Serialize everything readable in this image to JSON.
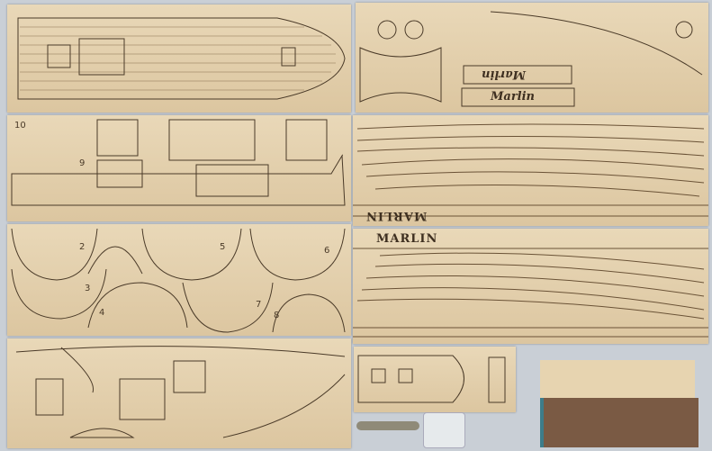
{
  "kit": {
    "name_stamp": "MARLIN",
    "name_script": "Marlin",
    "frame_numbers": [
      "2",
      "3",
      "4",
      "5",
      "6",
      "7",
      "8"
    ],
    "side_numbers": [
      "10",
      "9"
    ],
    "colors": {
      "wood": "#e3d0ac",
      "cut": "#4a3a28",
      "dark_board": "#7a5a44",
      "background": "#c9cfd6"
    }
  }
}
